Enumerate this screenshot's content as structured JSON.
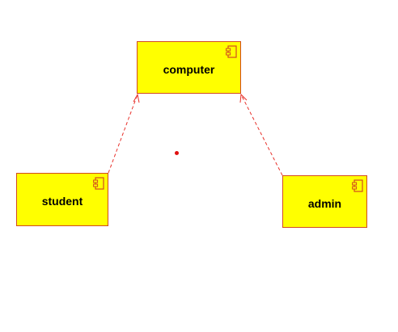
{
  "diagram": {
    "type": "uml-component",
    "colors": {
      "component_fill": "#ffff00",
      "component_border": "#d24b1e",
      "dependency_line": "#e8302a",
      "marker_dot": "#e01010"
    },
    "components": [
      {
        "id": "computer",
        "label": "computer",
        "icon": "component-icon"
      },
      {
        "id": "student",
        "label": "student",
        "icon": "component-icon"
      },
      {
        "id": "admin",
        "label": "admin",
        "icon": "component-icon"
      }
    ],
    "dependencies": [
      {
        "from": "student",
        "to": "computer",
        "style": "dashed",
        "arrow": "open"
      },
      {
        "from": "admin",
        "to": "computer",
        "style": "dashed",
        "arrow": "open"
      }
    ]
  }
}
